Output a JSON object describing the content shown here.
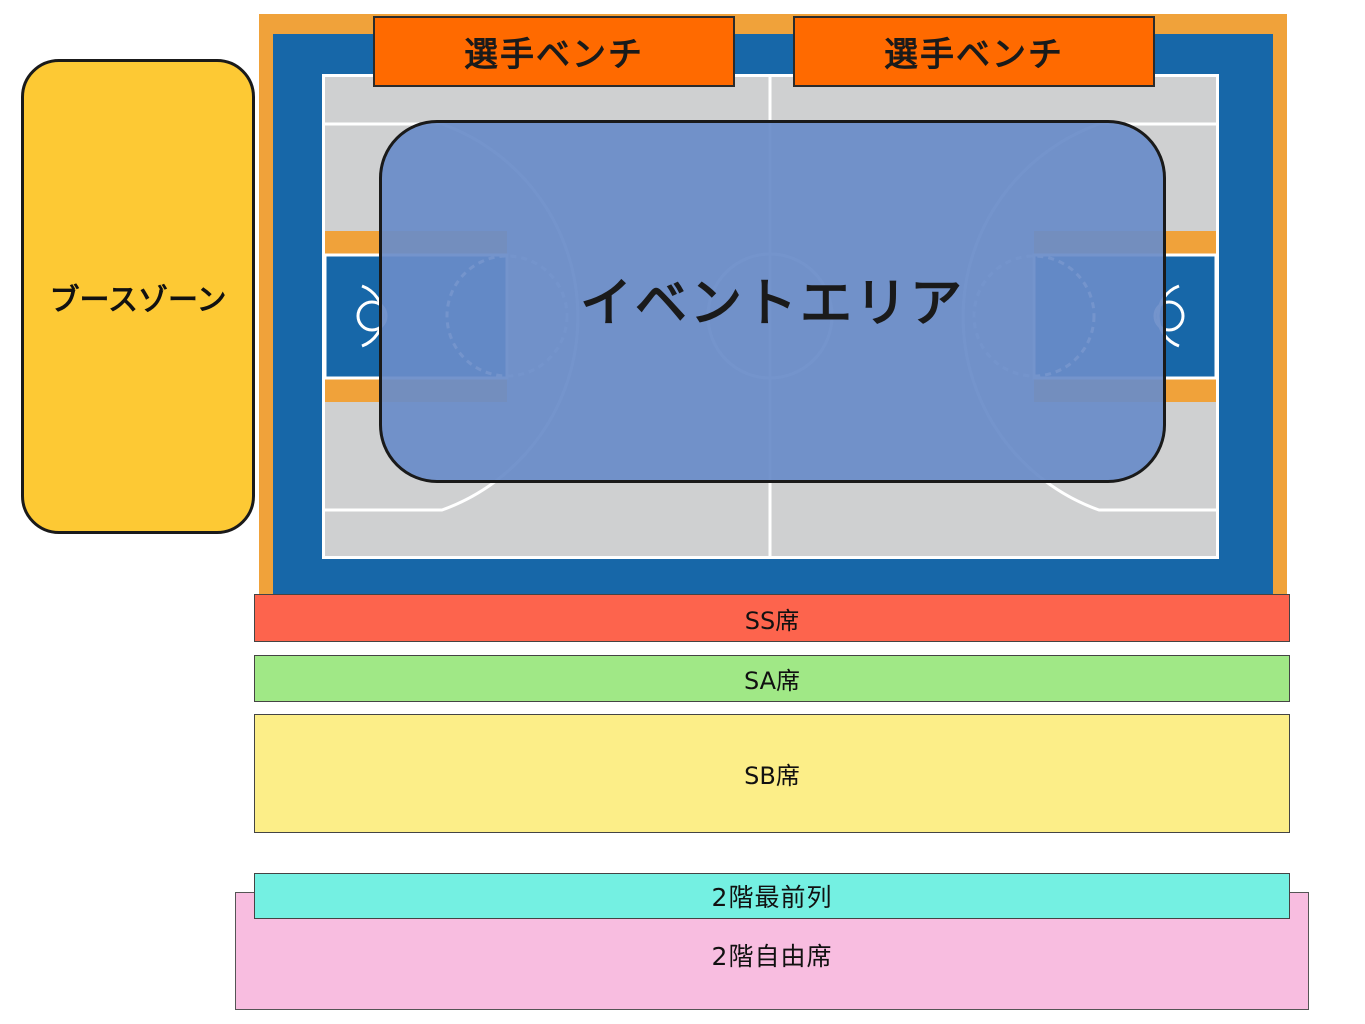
{
  "map": {
    "benches": [
      {
        "label": "選手ベンチ"
      },
      {
        "label": "選手ベンチ"
      }
    ],
    "booth_zone": "ブースゾーン",
    "event_area": "イベントエリア",
    "seats": {
      "ss": "SS席",
      "sa": "SA席",
      "sb": "SB席",
      "floor2_front": "2階最前列",
      "floor2_free": "2階自由席"
    }
  },
  "colors": {
    "court_border": "#f0a23a",
    "court_blue": "#1767a8",
    "court_floor": "#cfd0d1",
    "bench": "#ff6a00",
    "booth_zone": "#fdc934",
    "event_area": "#698cc8",
    "ss": "#fd644d",
    "sa": "#a0e886",
    "sb": "#fcee88",
    "floor2_front": "#74f0e2",
    "floor2_free": "#f8bde0"
  }
}
